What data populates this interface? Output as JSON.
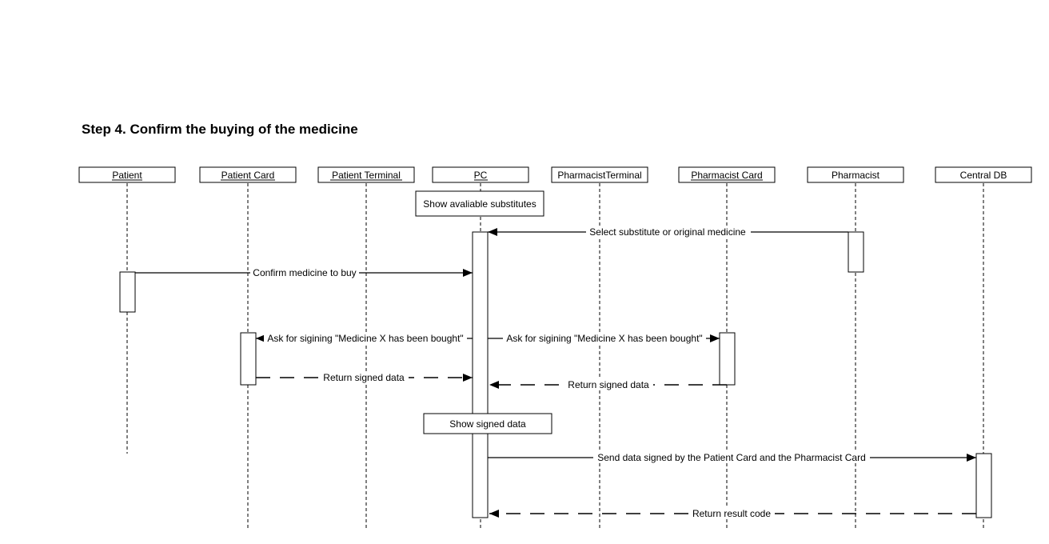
{
  "title": "Step 4. Confirm the buying of the medicine",
  "actors": [
    {
      "id": "patient",
      "label": "Patient",
      "underline": true
    },
    {
      "id": "patient_card",
      "label": "Patient Card",
      "underline": true
    },
    {
      "id": "patient_terminal",
      "label": "Patient Terminal",
      "underline": true
    },
    {
      "id": "pc",
      "label": "PC",
      "underline": true
    },
    {
      "id": "pharmacist_terminal",
      "label": "PharmacistTerminal",
      "underline": false
    },
    {
      "id": "pharmacist_card",
      "label": "Pharmacist Card",
      "underline": true
    },
    {
      "id": "pharmacist",
      "label": "Pharmacist",
      "underline": false
    },
    {
      "id": "central_db",
      "label": "Central DB",
      "underline": false
    }
  ],
  "notes": [
    {
      "id": "note-show-substitutes",
      "text": "Show avaliable substitutes"
    },
    {
      "id": "note-show-signed-data",
      "text": "Show signed data"
    }
  ],
  "messages": [
    {
      "id": "msg-select-substitute",
      "from": "pharmacist",
      "to": "pc",
      "text": "Select substitute or original medicine",
      "dashed": false
    },
    {
      "id": "msg-confirm-medicine",
      "from": "patient",
      "to": "pc",
      "text": "Confirm medicine to buy",
      "dashed": false
    },
    {
      "id": "msg-ask-sign-patient-card",
      "from": "pc",
      "to": "patient_card",
      "text": "Ask for sigining \"Medicine X has been bought\"",
      "dashed": false
    },
    {
      "id": "msg-ask-sign-pharmacist-card",
      "from": "pc",
      "to": "pharmacist_card",
      "text": "Ask for sigining \"Medicine X has been bought\"",
      "dashed": false
    },
    {
      "id": "msg-return-signed-patient",
      "from": "patient_card",
      "to": "pc",
      "text": "Return signed data",
      "dashed": true
    },
    {
      "id": "msg-return-signed-pharmacist",
      "from": "pharmacist_card",
      "to": "pc",
      "text": "Return signed data",
      "dashed": true
    },
    {
      "id": "msg-send-data-db",
      "from": "pc",
      "to": "central_db",
      "text": "Send data signed by the Patient Card and the Pharmacist Card",
      "dashed": false
    },
    {
      "id": "msg-return-result",
      "from": "central_db",
      "to": "pc",
      "text": "Return result code",
      "dashed": true
    }
  ]
}
